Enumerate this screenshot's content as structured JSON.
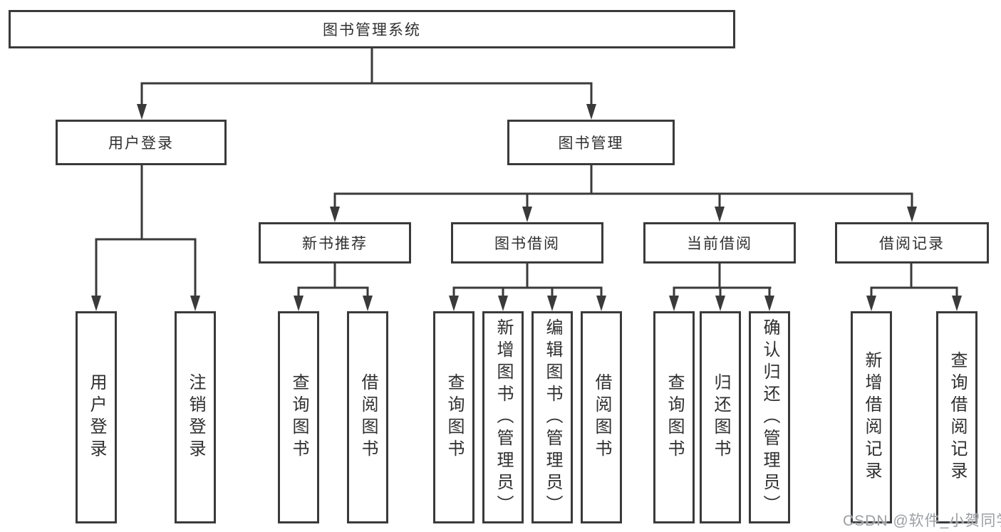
{
  "diagram": {
    "root": {
      "label": "图书管理系统"
    },
    "branches": [
      {
        "label": "用户登录",
        "children": [
          {
            "label": "用户登录"
          },
          {
            "label": "注销登录"
          }
        ]
      },
      {
        "label": "图书管理",
        "children": [
          {
            "label": "新书推荐",
            "children": [
              {
                "label": "查询图书"
              },
              {
                "label": "借阅图书"
              }
            ]
          },
          {
            "label": "图书借阅",
            "children": [
              {
                "label": "查询图书"
              },
              {
                "label": "新增图书（管理员）"
              },
              {
                "label": "编辑图书（管理员）"
              },
              {
                "label": "借阅图书"
              }
            ]
          },
          {
            "label": "当前借阅",
            "children": [
              {
                "label": "查询图书"
              },
              {
                "label": "归还图书"
              },
              {
                "label": "确认归还（管理员）"
              }
            ]
          },
          {
            "label": "借阅记录",
            "children": [
              {
                "label": "新增借阅记录"
              },
              {
                "label": "查询借阅记录"
              }
            ]
          }
        ]
      }
    ]
  },
  "watermark": {
    "text": "CSDN @软件_小贺同学",
    "color": "#9ba0a4"
  },
  "colors": {
    "line": "#3a3a3a",
    "text": "#2f2f2f",
    "background": "#ffffff"
  }
}
